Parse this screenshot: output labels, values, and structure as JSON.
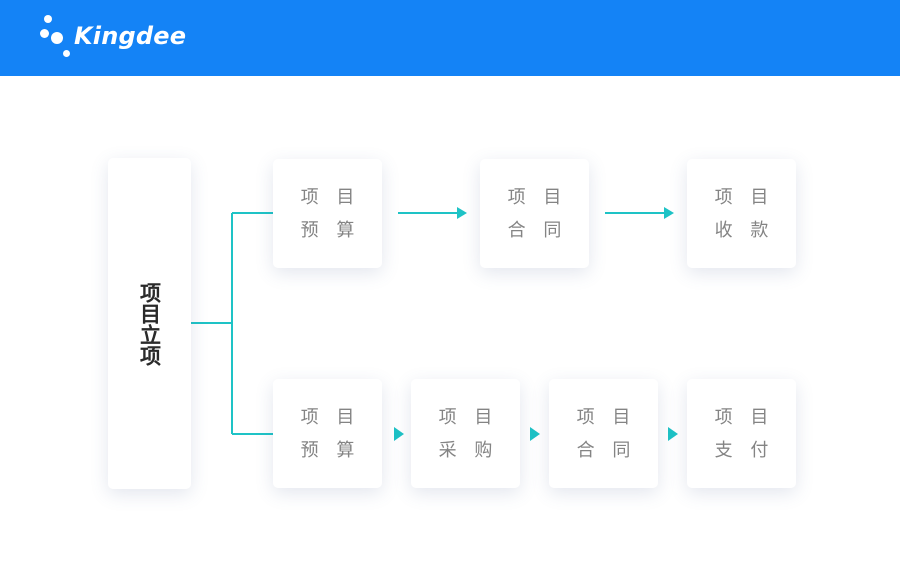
{
  "header": {
    "logo_text": "Kingdee",
    "bg_color": "#1483f6"
  },
  "diagram": {
    "root": "项目立项",
    "top_row": [
      "项 目\n预 算",
      "项 目\n合 同",
      "项 目\n收 款"
    ],
    "bottom_row": [
      "项 目\n预 算",
      "项 目\n采 购",
      "项 目\n合 同",
      "项 目\n支 付"
    ],
    "connector_color": "#1ec3c6"
  }
}
